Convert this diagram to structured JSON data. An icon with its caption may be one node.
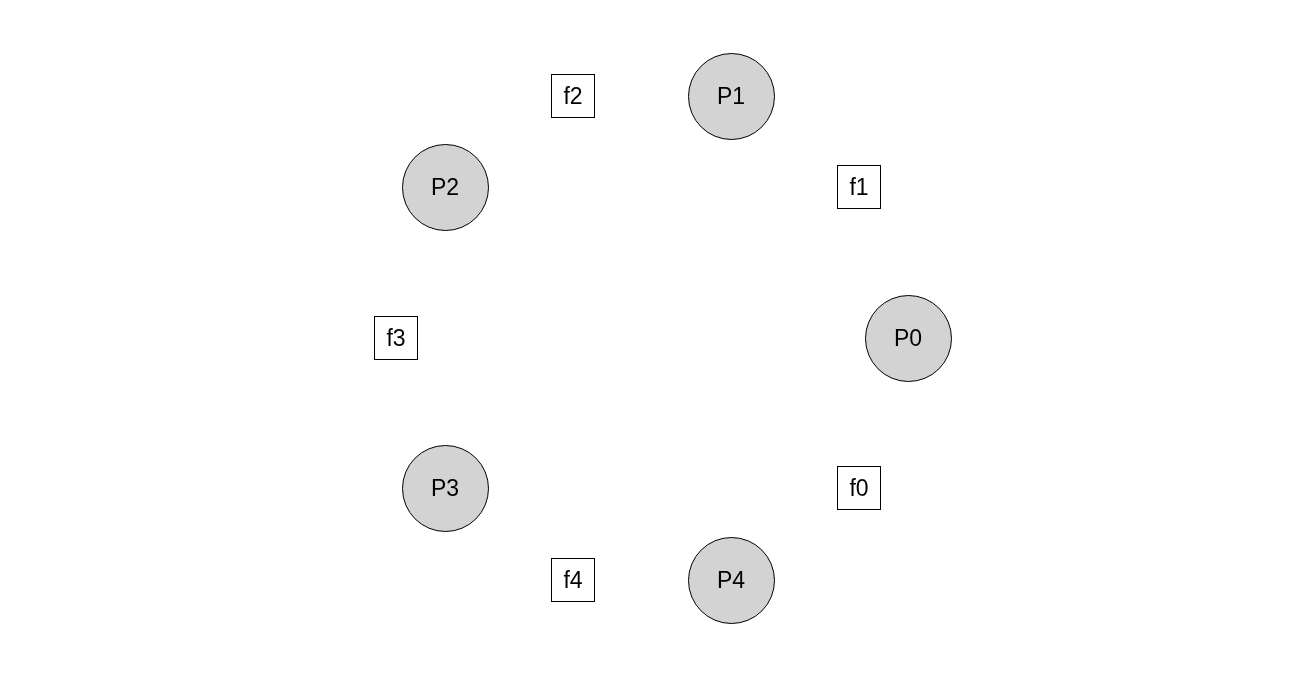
{
  "diagram": {
    "nodes": [
      {
        "text": [
          "f2"
        ]
      },
      {
        "text": [
          "P1"
        ]
      },
      {
        "text": [
          "P2"
        ]
      },
      {
        "text": [
          "f1"
        ]
      },
      {
        "text": [
          "f3"
        ]
      },
      {
        "text": [
          "P0"
        ]
      },
      {
        "text": [
          "P3"
        ]
      },
      {
        "text": [
          "f0"
        ]
      },
      {
        "text": [
          "f4"
        ]
      },
      {
        "text": [
          "P4"
        ]
      }
    ]
  }
}
